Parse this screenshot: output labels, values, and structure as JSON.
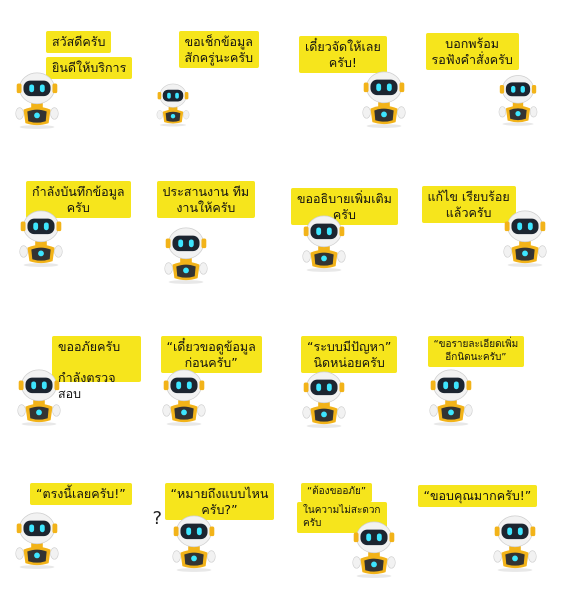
{
  "stickers": [
    {
      "lines": [
        "สวัสดีครับ",
        "ยินดีให้บริการ"
      ],
      "lines_layout": "split"
    },
    {
      "lines": [
        "ขอเช็กข้อมูล",
        "สักครู่นะครับ"
      ]
    },
    {
      "lines": [
        "เดี๋ยวจัดให้เลย",
        "ครับ!"
      ]
    },
    {
      "lines": [
        "บอกพร้อม",
        "รอฟังคำสั่งครับ"
      ]
    },
    {
      "lines": [
        "กำลังบันทึกข้อมูล",
        "ครับ"
      ]
    },
    {
      "lines": [
        "ประสานงาน ทีม",
        "งานให้ครับ"
      ]
    },
    {
      "lines": [
        "ขออธิบายเพิ่มเติม",
        "ครับ"
      ]
    },
    {
      "lines": [
        "แก้ไข เรียบร้อย",
        "แล้วครับ"
      ]
    },
    {
      "lines": [
        "ขออภัยครับ",
        "กำลังตรวจสอบ"
      ]
    },
    {
      "lines": [
        "“เดี๋ยวขอดูข้อมูล",
        "ก่อนครับ”"
      ]
    },
    {
      "lines": [
        "“ระบบมีปัญหา”",
        "นิดหน่อยครับ"
      ]
    },
    {
      "lines": [
        "“ขอรายละเอียดเพิ่ม",
        "อีกนิดนะครับ”"
      ]
    },
    {
      "lines": [
        "“ตรงนี้เลยครับ!”"
      ]
    },
    {
      "lines": [
        "“หมายถึงแบบไหน",
        "ครับ?”"
      ]
    },
    {
      "lines": [
        "“ต้องขออภัย”",
        "ในความไม่สะดวก",
        "ครับ"
      ]
    },
    {
      "lines": [
        "“ขอบคุณมากครับ!”"
      ]
    }
  ],
  "props": {
    "question_mark": "?"
  },
  "colors": {
    "bubble": "#f6e51c",
    "robot_body": "#f2f2f2",
    "robot_accent": "#f2b319",
    "visor": "#1c2530",
    "eyes": "#3ee6ff"
  }
}
